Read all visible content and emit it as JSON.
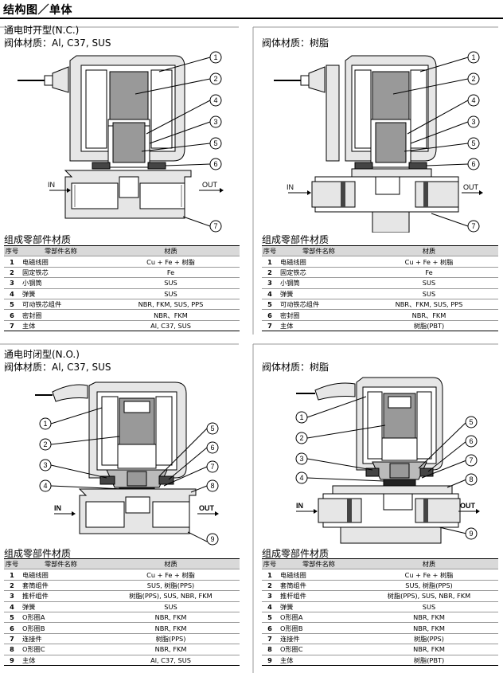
{
  "page_title": "结构图／单体",
  "headers": {
    "no": "序号",
    "name": "零部件名称",
    "material": "材质"
  },
  "section_title": "组成零部件材质",
  "io": {
    "in": "IN",
    "out": "OUT"
  },
  "nc_metal": {
    "line1": "通电时开型(N.C.)",
    "line2": "阀体材质：Al, C37, SUS",
    "callouts": [
      "1",
      "2",
      "4",
      "3",
      "5",
      "6",
      "7"
    ],
    "rows": [
      {
        "no": "1",
        "name": "电磁线圈",
        "material": "Cu + Fe + 树脂"
      },
      {
        "no": "2",
        "name": "固定铁芯",
        "material": "Fe"
      },
      {
        "no": "3",
        "name": "小钢筒",
        "material": "SUS"
      },
      {
        "no": "4",
        "name": "弹簧",
        "material": "SUS"
      },
      {
        "no": "5",
        "name": "可动铁芯组件",
        "material": "NBR, FKM, SUS, PPS"
      },
      {
        "no": "6",
        "name": "密封圈",
        "material": "NBR、FKM"
      },
      {
        "no": "7",
        "name": "主体",
        "material": "Al, C37, SUS"
      }
    ]
  },
  "nc_resin": {
    "line2": "阀体材质：树脂",
    "callouts": [
      "1",
      "2",
      "4",
      "3",
      "5",
      "6",
      "7"
    ],
    "rows": [
      {
        "no": "1",
        "name": "电磁线圈",
        "material": "Cu + Fe + 树脂"
      },
      {
        "no": "2",
        "name": "固定铁芯",
        "material": "Fe"
      },
      {
        "no": "3",
        "name": "小钢筒",
        "material": "SUS"
      },
      {
        "no": "4",
        "name": "弹簧",
        "material": "SUS"
      },
      {
        "no": "5",
        "name": "可动铁芯组件",
        "material": "NBR、FKM, SUS, PPS"
      },
      {
        "no": "6",
        "name": "密封圈",
        "material": "NBR、FKM"
      },
      {
        "no": "7",
        "name": "主体",
        "material": "树脂(PBT)"
      }
    ]
  },
  "no_metal": {
    "line1": "通电时闭型(N.O.)",
    "line2": "阀体材质：Al, C37, SUS",
    "callouts": [
      "1",
      "2",
      "3",
      "4",
      "5",
      "6",
      "7",
      "8",
      "9"
    ],
    "rows": [
      {
        "no": "1",
        "name": "电磁线圈",
        "material": "Cu + Fe + 树脂"
      },
      {
        "no": "2",
        "name": "套筒组件",
        "material": "SUS, 树脂(PPS)"
      },
      {
        "no": "3",
        "name": "推杆组件",
        "material": "树脂(PPS), SUS, NBR, FKM"
      },
      {
        "no": "4",
        "name": "弹簧",
        "material": "SUS"
      },
      {
        "no": "5",
        "name": "O形圈A",
        "material": "NBR, FKM"
      },
      {
        "no": "6",
        "name": "O形圈B",
        "material": "NBR, FKM"
      },
      {
        "no": "7",
        "name": "连接件",
        "material": "树脂(PPS)"
      },
      {
        "no": "8",
        "name": "O形圈C",
        "material": "NBR, FKM"
      },
      {
        "no": "9",
        "name": "主体",
        "material": "Al, C37, SUS"
      }
    ]
  },
  "no_resin": {
    "line2": "阀体材质：树脂",
    "callouts": [
      "1",
      "2",
      "3",
      "4",
      "5",
      "6",
      "7",
      "8",
      "9"
    ],
    "rows": [
      {
        "no": "1",
        "name": "电磁线圈",
        "material": "Cu + Fe + 树脂"
      },
      {
        "no": "2",
        "name": "套筒组件",
        "material": "SUS, 树脂(PPS)"
      },
      {
        "no": "3",
        "name": "推杆组件",
        "material": "树脂(PPS), SUS, NBR, FKM"
      },
      {
        "no": "4",
        "name": "弹簧",
        "material": "SUS"
      },
      {
        "no": "5",
        "name": "O形圈A",
        "material": "NBR, FKM"
      },
      {
        "no": "6",
        "name": "O形圈B",
        "material": "NBR, FKM"
      },
      {
        "no": "7",
        "name": "连接件",
        "material": "树脂(PPS)"
      },
      {
        "no": "8",
        "name": "O形圈C",
        "material": "NBR, FKM"
      },
      {
        "no": "9",
        "name": "主体",
        "material": "树脂(PBT)"
      }
    ]
  }
}
